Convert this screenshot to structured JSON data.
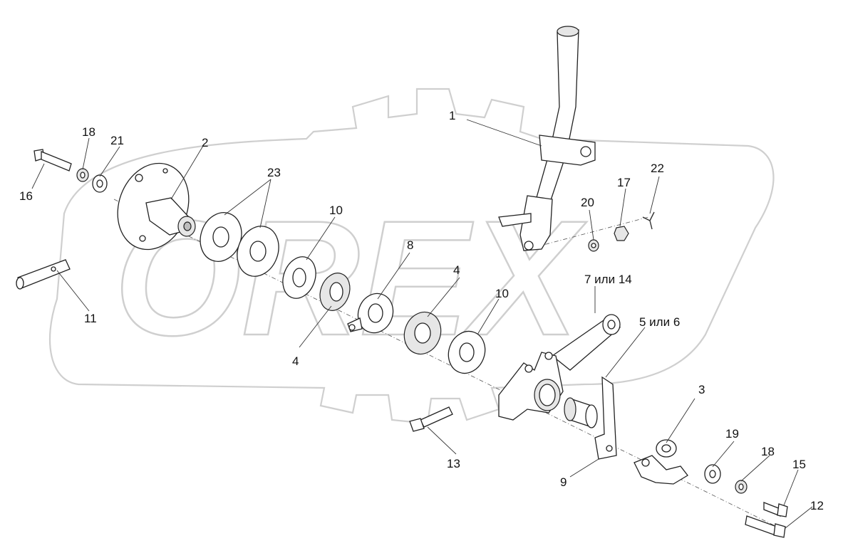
{
  "watermark": {
    "text": "OREX"
  },
  "corner_mark": "",
  "callouts": [
    {
      "id": "c1",
      "text": "1"
    },
    {
      "id": "c2",
      "text": "2"
    },
    {
      "id": "c3",
      "text": "3"
    },
    {
      "id": "c4a",
      "text": "4"
    },
    {
      "id": "c4b",
      "text": "4"
    },
    {
      "id": "c5",
      "text": "5 или 6"
    },
    {
      "id": "c7",
      "text": "7 или 14"
    },
    {
      "id": "c8",
      "text": "8"
    },
    {
      "id": "c9",
      "text": "9"
    },
    {
      "id": "c10a",
      "text": "10"
    },
    {
      "id": "c10b",
      "text": "10"
    },
    {
      "id": "c11",
      "text": "11"
    },
    {
      "id": "c12",
      "text": "12"
    },
    {
      "id": "c13",
      "text": "13"
    },
    {
      "id": "c15",
      "text": "15"
    },
    {
      "id": "c16",
      "text": "16"
    },
    {
      "id": "c17",
      "text": "17"
    },
    {
      "id": "c18a",
      "text": "18"
    },
    {
      "id": "c18b",
      "text": "18"
    },
    {
      "id": "c19",
      "text": "19"
    },
    {
      "id": "c20",
      "text": "20"
    },
    {
      "id": "c21",
      "text": "21"
    },
    {
      "id": "c22",
      "text": "22"
    },
    {
      "id": "c23",
      "text": "23"
    }
  ]
}
